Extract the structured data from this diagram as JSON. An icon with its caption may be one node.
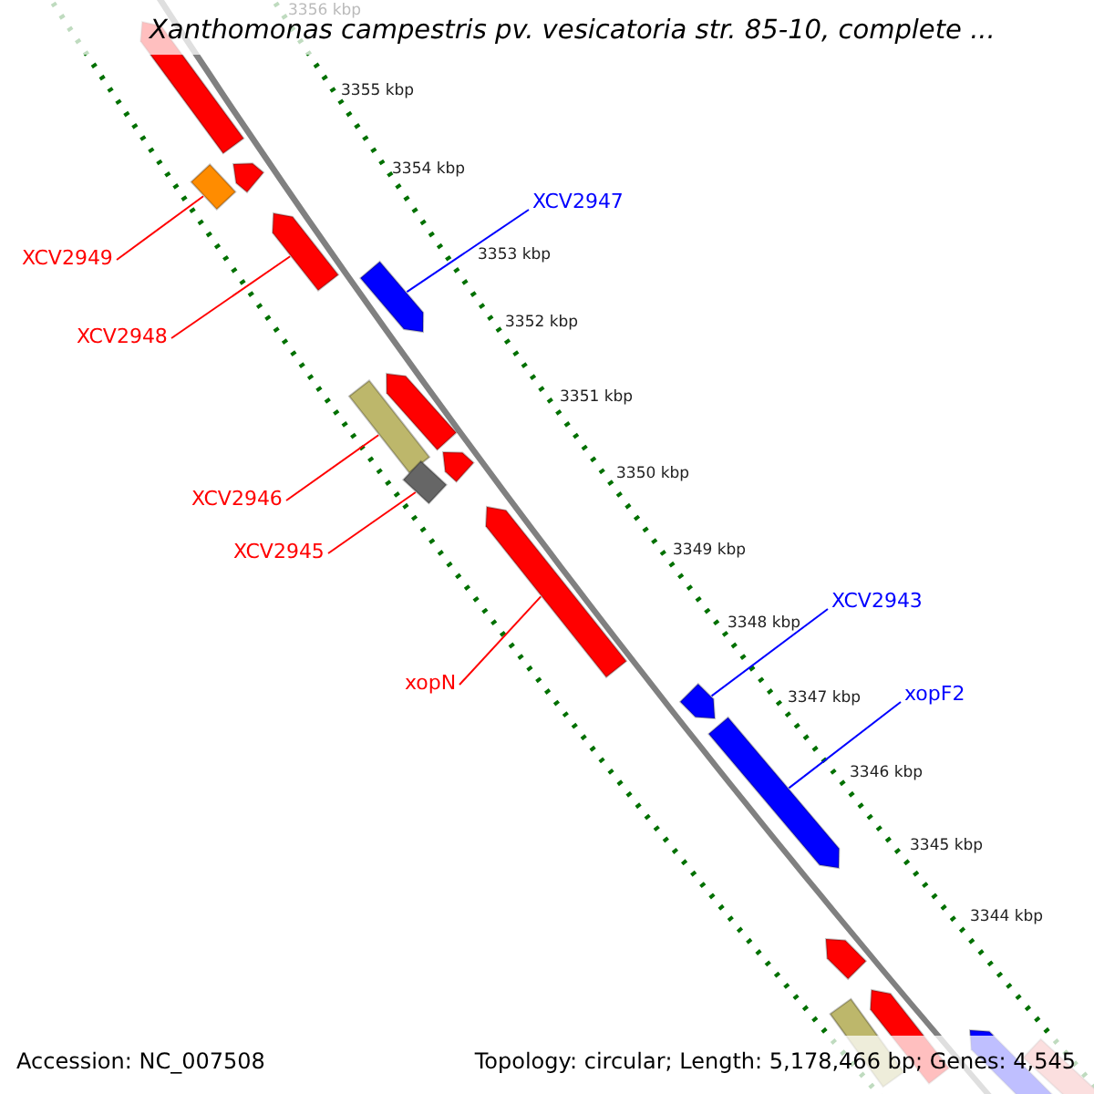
{
  "diagram": {
    "title": "Xanthomonas campestris pv. vesicatoria str. 85-10, complete ...",
    "nodes": [
      {
        "text": [
          "XCV2947"
        ]
      },
      {
        "text": [
          "XCV2949"
        ]
      },
      {
        "text": [
          "XCV2948"
        ]
      },
      {
        "text": [
          "XCV2946"
        ]
      },
      {
        "text": [
          "XCV2945"
        ]
      },
      {
        "text": [
          "XCV2943"
        ]
      },
      {
        "text": [
          "xopN"
        ]
      },
      {
        "text": [
          "xopF2"
        ]
      },
      {
        "text": [],
        "shape": "arrow"
      },
      {
        "text": [],
        "shape": "arrow"
      },
      {
        "text": [],
        "shape": "box"
      },
      {
        "text": [],
        "shape": "arrow"
      },
      {
        "text": [],
        "shape": "arrow"
      },
      {
        "text": [],
        "shape": "arrow"
      },
      {
        "text": [],
        "shape": "box"
      },
      {
        "text": [],
        "shape": "arrow"
      },
      {
        "text": [],
        "shape": "box"
      },
      {
        "text": [],
        "shape": "arrow"
      },
      {
        "text": [],
        "shape": "arrow"
      },
      {
        "text": [],
        "shape": "arrow"
      },
      {
        "text": [],
        "shape": "arrow"
      },
      {
        "text": [],
        "shape": "arrow"
      },
      {
        "text": [],
        "shape": "box"
      },
      {
        "text": [],
        "shape": "arrow"
      },
      {
        "text": [],
        "shape": "box"
      }
    ],
    "edges": [
      {
        "from": 0,
        "to": 12,
        "arrow": "none",
        "color": "#0000ff"
      },
      {
        "from": 1,
        "to": 10,
        "arrow": "none",
        "color": "#ff0000"
      },
      {
        "from": 2,
        "to": 11,
        "arrow": "none",
        "color": "#ff0000"
      },
      {
        "from": 3,
        "to": 14,
        "arrow": "none",
        "color": "#ff0000"
      },
      {
        "from": 4,
        "to": 16,
        "arrow": "none",
        "color": "#ff0000"
      },
      {
        "from": 5,
        "to": 18,
        "arrow": "none",
        "color": "#0000ff"
      },
      {
        "from": 6,
        "to": 17,
        "arrow": "none",
        "color": "#ff0000"
      },
      {
        "from": 7,
        "to": 19,
        "arrow": "none",
        "color": "#0000ff"
      }
    ],
    "labels": [
      "3356 kbp",
      "3355 kbp",
      "3354 kbp",
      "3353 kbp",
      "3352 kbp",
      "3351 kbp",
      "3350 kbp",
      "3349 kbp",
      "3348 kbp",
      "3347 kbp",
      "3346 kbp",
      "3345 kbp",
      "3344 kbp",
      "Accession: NC_007508",
      "Topology: circular; Length: 5,178,466 bp; Genes: 4,545"
    ]
  }
}
